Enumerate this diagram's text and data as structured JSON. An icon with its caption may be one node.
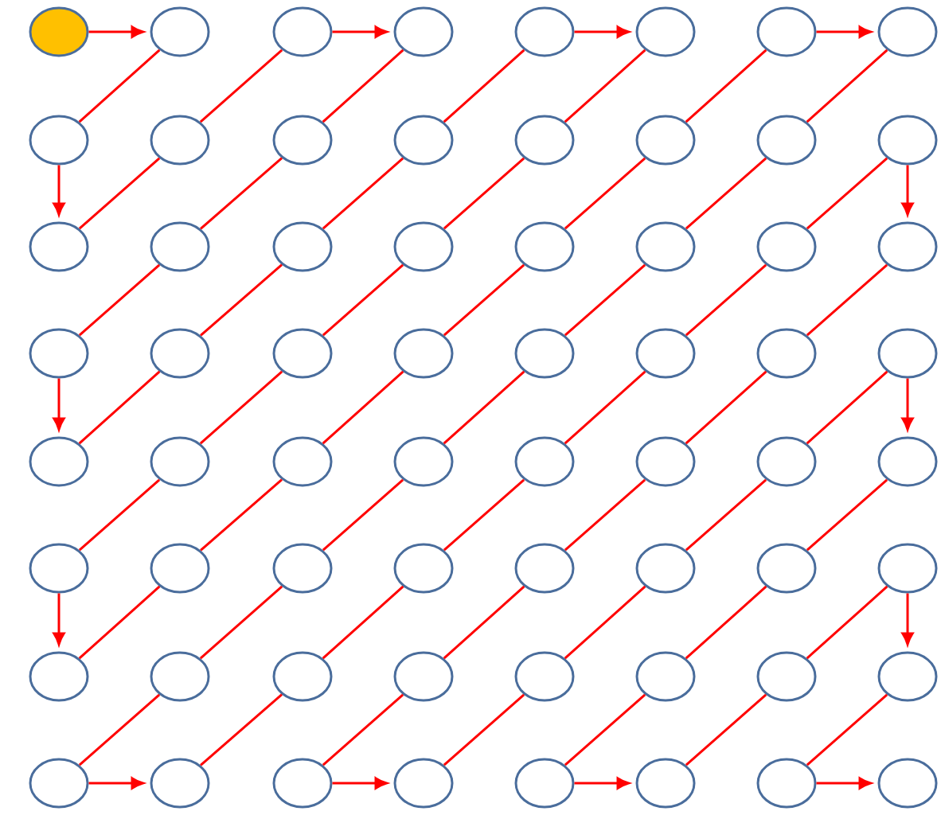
{
  "diagram": {
    "nodes": [
      {
        "text": [],
        "shape": "circle"
      },
      {
        "text": [],
        "shape": "circle"
      },
      {
        "text": [],
        "shape": "circle"
      },
      {
        "text": [],
        "shape": "circle"
      },
      {
        "text": [],
        "shape": "circle"
      },
      {
        "text": [],
        "shape": "circle"
      },
      {
        "text": [],
        "shape": "circle"
      },
      {
        "text": [],
        "shape": "circle"
      },
      {
        "text": [],
        "shape": "circle"
      },
      {
        "text": [],
        "shape": "circle"
      },
      {
        "text": [],
        "shape": "circle"
      },
      {
        "text": [],
        "shape": "circle"
      },
      {
        "text": [],
        "shape": "circle"
      },
      {
        "text": [],
        "shape": "circle"
      },
      {
        "text": [],
        "shape": "circle"
      },
      {
        "text": [],
        "shape": "circle"
      },
      {
        "text": [],
        "shape": "circle"
      },
      {
        "text": [],
        "shape": "circle"
      },
      {
        "text": [],
        "shape": "circle"
      },
      {
        "text": [],
        "shape": "circle"
      },
      {
        "text": [],
        "shape": "circle"
      },
      {
        "text": [],
        "shape": "circle"
      },
      {
        "text": [],
        "shape": "circle"
      },
      {
        "text": [],
        "shape": "circle"
      },
      {
        "text": [],
        "shape": "circle"
      },
      {
        "text": [],
        "shape": "circle"
      },
      {
        "text": [],
        "shape": "circle"
      },
      {
        "text": [],
        "shape": "circle"
      },
      {
        "text": [],
        "shape": "circle"
      },
      {
        "text": [],
        "shape": "circle"
      },
      {
        "text": [],
        "shape": "circle"
      },
      {
        "text": [],
        "shape": "circle"
      },
      {
        "text": [],
        "shape": "circle"
      },
      {
        "text": [],
        "shape": "circle"
      },
      {
        "text": [],
        "shape": "circle"
      },
      {
        "text": [],
        "shape": "circle"
      },
      {
        "text": [],
        "shape": "circle"
      },
      {
        "text": [],
        "shape": "circle"
      },
      {
        "text": [],
        "shape": "circle"
      },
      {
        "text": [],
        "shape": "circle"
      },
      {
        "text": [],
        "shape": "circle"
      },
      {
        "text": [],
        "shape": "circle"
      },
      {
        "text": [],
        "shape": "circle"
      },
      {
        "text": [],
        "shape": "circle"
      },
      {
        "text": [],
        "shape": "circle"
      },
      {
        "text": [],
        "shape": "circle"
      },
      {
        "text": [],
        "shape": "circle"
      },
      {
        "text": [],
        "shape": "circle"
      },
      {
        "text": [],
        "shape": "circle"
      },
      {
        "text": [],
        "shape": "circle"
      },
      {
        "text": [],
        "shape": "circle"
      },
      {
        "text": [],
        "shape": "circle"
      },
      {
        "text": [],
        "shape": "circle"
      },
      {
        "text": [],
        "shape": "circle"
      },
      {
        "text": [],
        "shape": "circle"
      },
      {
        "text": [],
        "shape": "circle"
      },
      {
        "text": [],
        "shape": "circle"
      },
      {
        "text": [],
        "shape": "circle"
      },
      {
        "text": [],
        "shape": "circle"
      },
      {
        "text": [],
        "shape": "circle"
      },
      {
        "text": [],
        "shape": "circle"
      },
      {
        "text": [],
        "shape": "circle"
      },
      {
        "text": [],
        "shape": "circle"
      },
      {
        "text": [],
        "shape": "circle"
      }
    ],
    "edges": [
      {
        "from": 0,
        "to": 1,
        "arrow": "to"
      },
      {
        "from": 1,
        "to": 8,
        "arrow": "none"
      },
      {
        "from": 8,
        "to": 16,
        "arrow": "to"
      },
      {
        "from": 16,
        "to": 9,
        "arrow": "none"
      },
      {
        "from": 9,
        "to": 2,
        "arrow": "none"
      },
      {
        "from": 2,
        "to": 3,
        "arrow": "to"
      },
      {
        "from": 3,
        "to": 10,
        "arrow": "none"
      },
      {
        "from": 10,
        "to": 17,
        "arrow": "none"
      },
      {
        "from": 17,
        "to": 24,
        "arrow": "none"
      },
      {
        "from": 24,
        "to": 32,
        "arrow": "to"
      },
      {
        "from": 32,
        "to": 25,
        "arrow": "none"
      },
      {
        "from": 25,
        "to": 18,
        "arrow": "none"
      },
      {
        "from": 18,
        "to": 11,
        "arrow": "none"
      },
      {
        "from": 11,
        "to": 4,
        "arrow": "none"
      },
      {
        "from": 4,
        "to": 5,
        "arrow": "to"
      },
      {
        "from": 5,
        "to": 12,
        "arrow": "none"
      },
      {
        "from": 12,
        "to": 19,
        "arrow": "none"
      },
      {
        "from": 19,
        "to": 26,
        "arrow": "none"
      },
      {
        "from": 26,
        "to": 33,
        "arrow": "none"
      },
      {
        "from": 33,
        "to": 40,
        "arrow": "none"
      },
      {
        "from": 40,
        "to": 48,
        "arrow": "to"
      },
      {
        "from": 48,
        "to": 41,
        "arrow": "none"
      },
      {
        "from": 41,
        "to": 34,
        "arrow": "none"
      },
      {
        "from": 34,
        "to": 27,
        "arrow": "none"
      },
      {
        "from": 27,
        "to": 20,
        "arrow": "none"
      },
      {
        "from": 20,
        "to": 13,
        "arrow": "none"
      },
      {
        "from": 13,
        "to": 6,
        "arrow": "none"
      },
      {
        "from": 6,
        "to": 7,
        "arrow": "to"
      },
      {
        "from": 7,
        "to": 14,
        "arrow": "none"
      },
      {
        "from": 14,
        "to": 21,
        "arrow": "none"
      },
      {
        "from": 21,
        "to": 28,
        "arrow": "none"
      },
      {
        "from": 28,
        "to": 35,
        "arrow": "none"
      },
      {
        "from": 35,
        "to": 42,
        "arrow": "none"
      },
      {
        "from": 42,
        "to": 49,
        "arrow": "none"
      },
      {
        "from": 49,
        "to": 56,
        "arrow": "none"
      },
      {
        "from": 56,
        "to": 57,
        "arrow": "to"
      },
      {
        "from": 57,
        "to": 50,
        "arrow": "none"
      },
      {
        "from": 50,
        "to": 43,
        "arrow": "none"
      },
      {
        "from": 43,
        "to": 36,
        "arrow": "none"
      },
      {
        "from": 36,
        "to": 29,
        "arrow": "none"
      },
      {
        "from": 29,
        "to": 22,
        "arrow": "none"
      },
      {
        "from": 22,
        "to": 15,
        "arrow": "none"
      },
      {
        "from": 15,
        "to": 23,
        "arrow": "to"
      },
      {
        "from": 23,
        "to": 30,
        "arrow": "none"
      },
      {
        "from": 30,
        "to": 37,
        "arrow": "none"
      },
      {
        "from": 37,
        "to": 44,
        "arrow": "none"
      },
      {
        "from": 44,
        "to": 51,
        "arrow": "none"
      },
      {
        "from": 51,
        "to": 58,
        "arrow": "none"
      },
      {
        "from": 58,
        "to": 59,
        "arrow": "to"
      },
      {
        "from": 59,
        "to": 52,
        "arrow": "none"
      },
      {
        "from": 52,
        "to": 45,
        "arrow": "none"
      },
      {
        "from": 45,
        "to": 38,
        "arrow": "none"
      },
      {
        "from": 38,
        "to": 31,
        "arrow": "none"
      },
      {
        "from": 31,
        "to": 39,
        "arrow": "to"
      },
      {
        "from": 39,
        "to": 46,
        "arrow": "none"
      },
      {
        "from": 46,
        "to": 53,
        "arrow": "none"
      },
      {
        "from": 53,
        "to": 60,
        "arrow": "none"
      },
      {
        "from": 60,
        "to": 61,
        "arrow": "to"
      },
      {
        "from": 61,
        "to": 54,
        "arrow": "none"
      },
      {
        "from": 54,
        "to": 47,
        "arrow": "none"
      },
      {
        "from": 47,
        "to": 55,
        "arrow": "to"
      },
      {
        "from": 55,
        "to": 62,
        "arrow": "none"
      },
      {
        "from": 62,
        "to": 63,
        "arrow": "to"
      }
    ]
  }
}
